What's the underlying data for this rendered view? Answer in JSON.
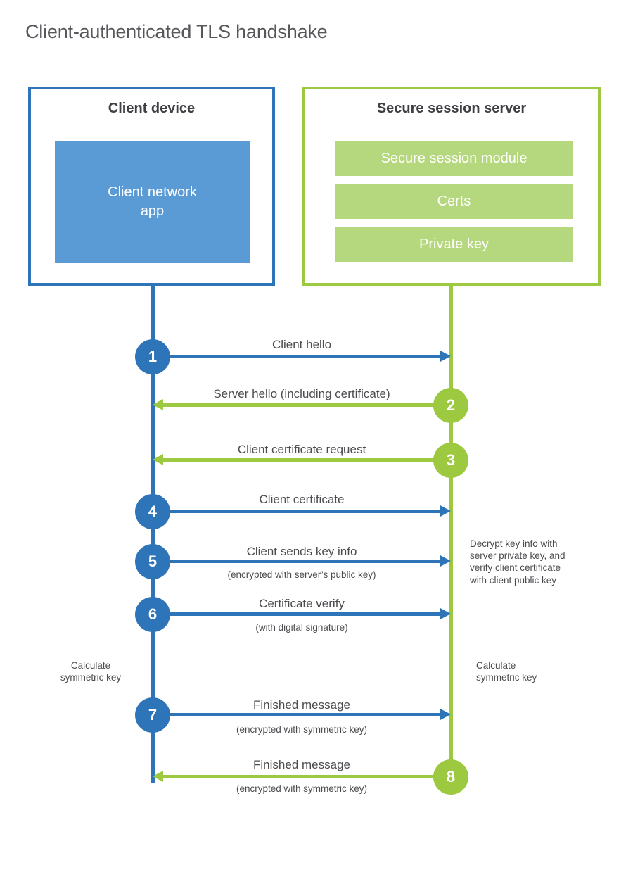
{
  "title": "Client-authenticated TLS handshake",
  "client": {
    "title": "Client device",
    "app_lines": [
      "Client network",
      "app"
    ]
  },
  "server": {
    "title": "Secure session server",
    "modules": [
      "Secure session module",
      "Certs",
      "Private key"
    ]
  },
  "steps": [
    {
      "num": "1",
      "label": "Client hello",
      "sublabel": "",
      "direction": "client-to-server"
    },
    {
      "num": "2",
      "label": "Server hello (including certificate)",
      "sublabel": "",
      "direction": "server-to-client"
    },
    {
      "num": "3",
      "label": "Client certificate request",
      "sublabel": "",
      "direction": "server-to-client"
    },
    {
      "num": "4",
      "label": "Client certificate",
      "sublabel": "",
      "direction": "client-to-server"
    },
    {
      "num": "5",
      "label": "Client sends key info",
      "sublabel": "(encrypted with server’s public key)",
      "direction": "client-to-server"
    },
    {
      "num": "6",
      "label": "Certificate verify",
      "sublabel": "(with digital signature)",
      "direction": "client-to-server"
    },
    {
      "num": "7",
      "label": "Finished message",
      "sublabel": "(encrypted with symmetric key)",
      "direction": "client-to-server"
    },
    {
      "num": "8",
      "label": "Finished message",
      "sublabel": "(encrypted with symmetric key)",
      "direction": "server-to-client"
    }
  ],
  "notes": {
    "decrypt_lines": [
      "Decrypt key info with",
      "server private key, and",
      "verify client certificate",
      "with client public key"
    ],
    "calc_left_lines": [
      "Calculate",
      "symmetric key"
    ],
    "calc_right_lines": [
      "Calculate",
      "symmetric key"
    ]
  },
  "colors": {
    "blue": "#2e74b8",
    "blue_light": "#5b9bd5",
    "green": "#9cc93f",
    "green_light": "#b5d77d"
  }
}
